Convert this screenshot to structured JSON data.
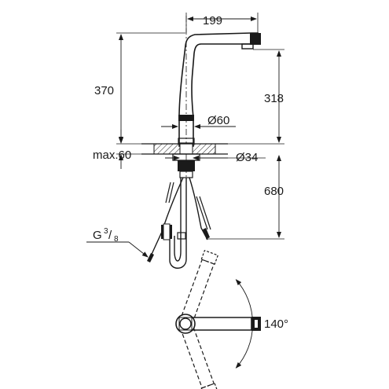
{
  "dimensions": {
    "spout_reach": "199",
    "total_height": "370",
    "spout_height": "318",
    "body_diameter": "Ø60",
    "deck_thickness": "max.60",
    "hole_diameter": "Ø34",
    "hose_length": "680",
    "connection_thread": "G",
    "thread_numerator": "3",
    "thread_denominator": "8",
    "swivel_angle": "140°"
  }
}
